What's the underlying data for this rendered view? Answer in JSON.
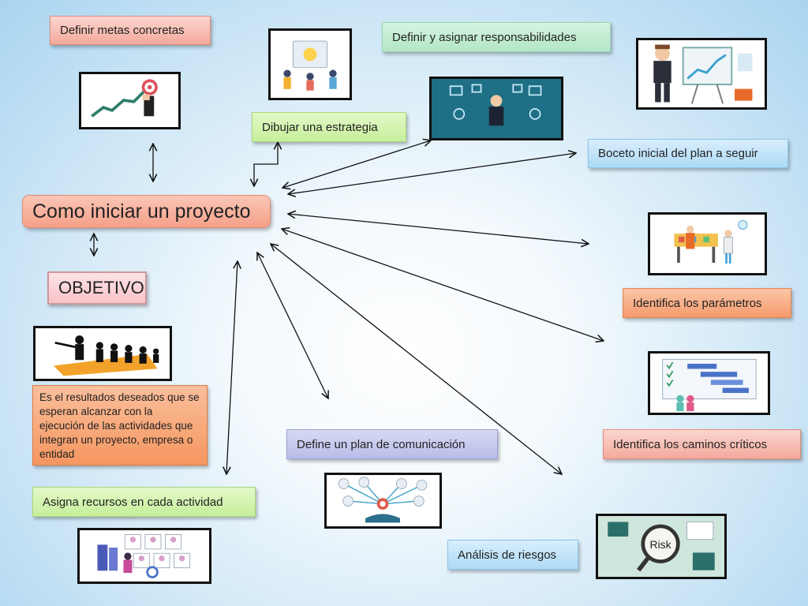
{
  "title": "Como iniciar un proyecto",
  "objective_label": "OBJETIVO",
  "objective_text": "Es el resultados deseados que se esperan alcanzar con la ejecución de las actividades que integran un proyecto, empresa o entidad",
  "steps": {
    "metas": "Definir metas concretas",
    "estrategia": "Dibujar una estrategia",
    "responsabilidades": "Definir y asignar responsabilidades",
    "boceto": "Boceto inicial del plan a seguir",
    "parametros": "Identifica los parámetros",
    "caminos": "Identifica los caminos críticos",
    "riesgos": "Análisis de riesgos",
    "comunicacion": "Define un plan de comunicación",
    "recursos": "Asigna recursos en cada actividad"
  },
  "risk_word": "Risk",
  "colors": {
    "red_box": "#f4a99c",
    "green_box": "#b3e6c6",
    "lime_box": "#c6ee9b",
    "blue_box": "#aedaf6",
    "orange_box": "#f59a6c",
    "purple_box": "#b8bde8",
    "arrow": "#111111"
  },
  "icons": [
    "growth-chart-target-icon",
    "strategy-meeting-icon",
    "multitask-manager-icon",
    "businessman-presentation-icon",
    "team-planning-icon",
    "gantt-chart-icon",
    "risk-magnifier-icon",
    "communication-network-icon",
    "resource-profiles-icon",
    "leader-followers-icon"
  ]
}
